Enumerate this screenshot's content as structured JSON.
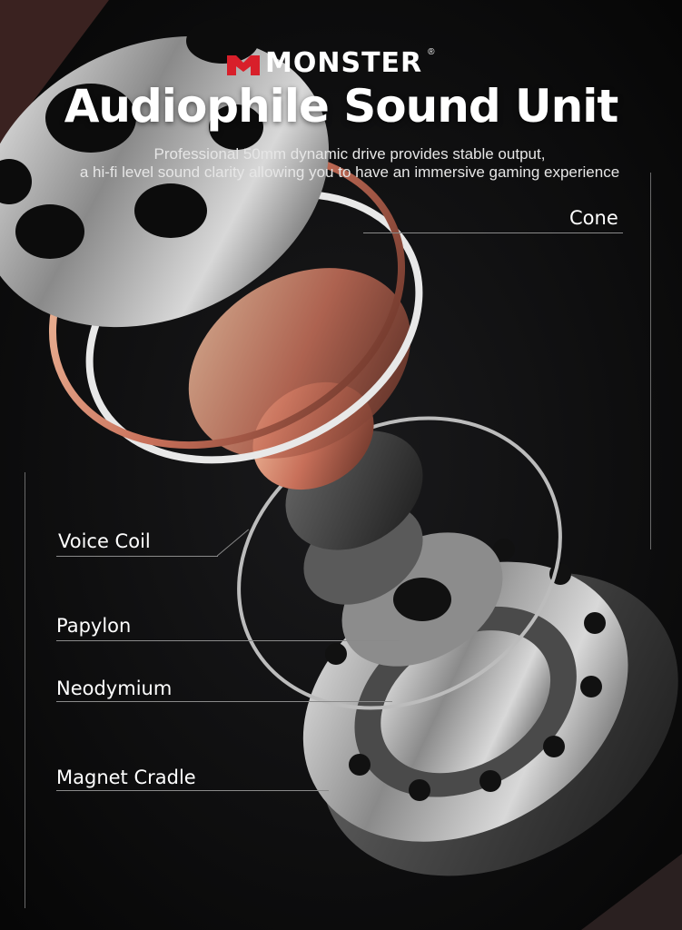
{
  "brand": {
    "name": "MONSTER",
    "registered": "®",
    "color": "#d81f2a"
  },
  "title": "Audiophile Sound Unit",
  "subtitle": [
    "Professional 50mm dynamic drive provides stable output,",
    "a hi-fi level sound clarity allowing you to have an immersive gaming experience"
  ],
  "labels": {
    "cone": "Cone",
    "voice_coil": "Voice Coil",
    "papylon": "Papylon",
    "neodymium": "Neodymium",
    "magnet_cradle": "Magnet Cradle"
  }
}
